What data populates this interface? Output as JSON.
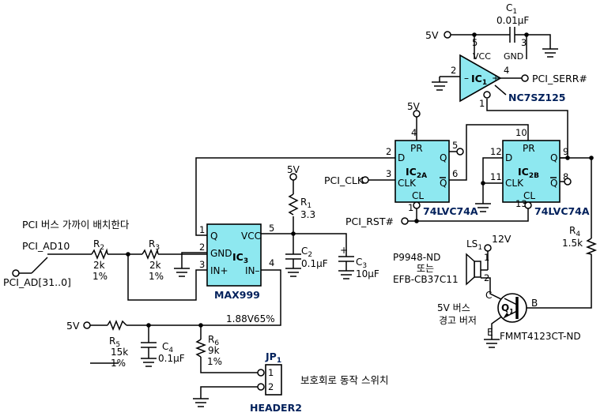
{
  "title_note": "PCI 버스 가까이 배치한다",
  "ic1": {
    "name": "IC",
    "sub": "1",
    "part": "NC7SZ125",
    "vcc": "VCC",
    "gnd": "GND",
    "pin_vcc": "5",
    "pin_gnd": "3",
    "pin_in": "2",
    "pin_out": "4",
    "pin_oe": "1"
  },
  "c1": {
    "ref": "C",
    "sub": "1",
    "value": "0.01μF"
  },
  "ic2a": {
    "name": "IC",
    "sub": "2A",
    "part": "74LVC74A",
    "pins": {
      "d": "D",
      "clk": "CLK",
      "pr": "PR",
      "cl": "CL",
      "q": "Q",
      "qbar": "Q"
    },
    "pin_numbers": {
      "pr": "4",
      "d": "2",
      "clk": "3",
      "cl": "1",
      "q": "5",
      "qbar": "6"
    }
  },
  "ic2b": {
    "name": "IC",
    "sub": "2B",
    "part": "74LVC74A",
    "pins": {
      "d": "D",
      "clk": "CLK",
      "pr": "PR",
      "cl": "CL",
      "q": "Q",
      "qbar": "Q"
    },
    "pin_numbers": {
      "pr": "10",
      "d": "12",
      "clk": "11",
      "cl": "13",
      "q": "9",
      "qbar": "8"
    }
  },
  "ic3": {
    "name": "IC",
    "sub": "3",
    "part": "MAX999",
    "pins": {
      "q": "Q",
      "gnd": "GND",
      "inp": "IN+",
      "vcc": "VCC",
      "inm": "IN–"
    },
    "pin_numbers": {
      "q": "1",
      "gnd": "2",
      "inp": "3",
      "vcc": "5",
      "inm": "4"
    }
  },
  "supplies": {
    "v5": "5V",
    "v12": "12V"
  },
  "nets": {
    "serr": "PCI_SERR#",
    "clk": "PCI_CLK",
    "rst": "PCI_RST#",
    "ad10": "PCI_AD10",
    "ad_bus": "PCI_AD[31..0]",
    "vref": "1.88V65%"
  },
  "r1": {
    "ref": "R",
    "sub": "1",
    "value": "3.3"
  },
  "r2": {
    "ref": "R",
    "sub": "2",
    "value": "2k",
    "tol": "1%"
  },
  "r3": {
    "ref": "R",
    "sub": "3",
    "value": "2k",
    "tol": "1%"
  },
  "r4": {
    "ref": "R",
    "sub": "4",
    "value": "1.5k"
  },
  "r5": {
    "ref": "R",
    "sub": "5",
    "value": "15k",
    "tol": "1%"
  },
  "r6": {
    "ref": "R",
    "sub": "6",
    "value": "9k",
    "tol": "1%"
  },
  "c2": {
    "ref": "C",
    "sub": "2",
    "value": "0.1μF"
  },
  "c3": {
    "ref": "C",
    "sub": "3",
    "value": "10μF"
  },
  "c4": {
    "ref": "C",
    "sub": "4",
    "value": "0.1μF"
  },
  "ls1": {
    "ref": "LS",
    "sub": "1",
    "part1": "P9948-ND",
    "alt": "또는",
    "part2": "EFB-CB37C11",
    "pin1": "1",
    "pin2": "2"
  },
  "q1": {
    "ref": "Q",
    "sub": "1",
    "part": "FMMT4123CT-ND",
    "c": "C",
    "b": "B",
    "e": "E"
  },
  "alarm_note": {
    "line1": "5V 버스",
    "line2": "경고 버저"
  },
  "jp1": {
    "ref": "JP",
    "sub": "1",
    "part": "HEADER2",
    "pin1": "1",
    "pin2": "2",
    "note": "보호회로 동작 스위치"
  },
  "colors": {
    "chip_fill": "#8ee8f0",
    "label_navy": "#00205b"
  }
}
